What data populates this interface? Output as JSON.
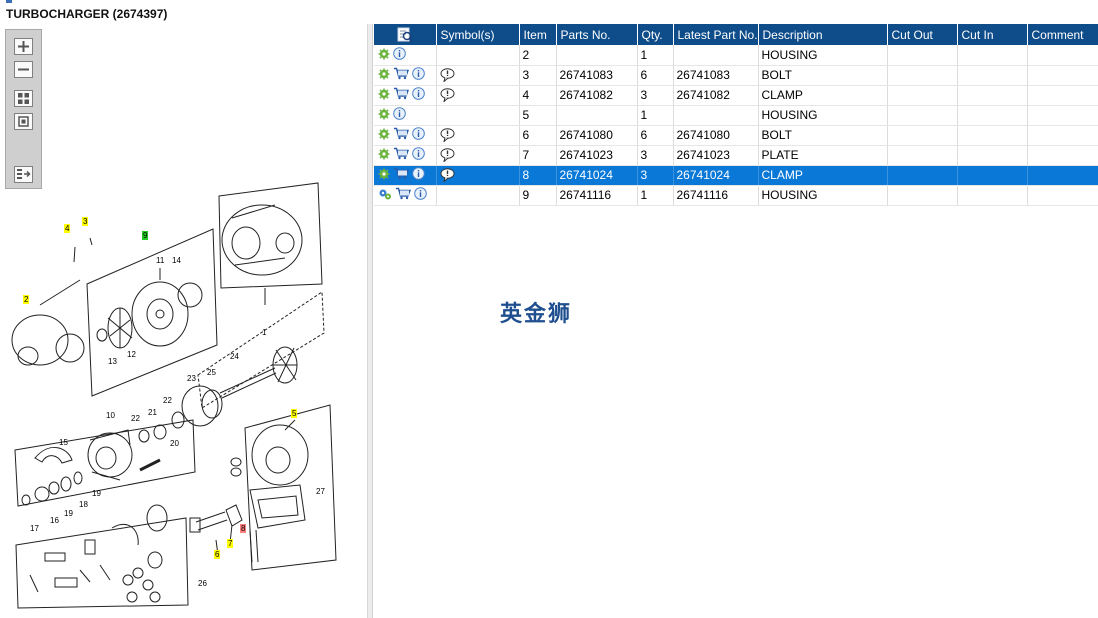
{
  "window": {
    "title": "TURBOCHARGER (2674397)"
  },
  "toolbar": {
    "buttons": [
      {
        "name": "zoom-in-icon"
      },
      {
        "name": "zoom-out-icon"
      },
      {
        "name": "fit-all-icon"
      },
      {
        "name": "fit-page-icon"
      },
      {
        "name": "export-icon"
      }
    ]
  },
  "table": {
    "headers": {
      "actions": "",
      "symbols": "Symbol(s)",
      "item": "Item",
      "parts_no": "Parts No.",
      "qty": "Qty.",
      "latest_part_no": "Latest Part No.",
      "description": "Description",
      "cut_out": "Cut Out",
      "cut_in": "Cut In",
      "comment": "Comment"
    },
    "rows": [
      {
        "item": "2",
        "parts_no": "",
        "qty": "1",
        "latest": "",
        "desc": "HOUSING",
        "cart": false,
        "note": false,
        "selected": false
      },
      {
        "item": "3",
        "parts_no": "26741083",
        "qty": "6",
        "latest": "26741083",
        "desc": "BOLT",
        "cart": true,
        "note": true,
        "selected": false
      },
      {
        "item": "4",
        "parts_no": "26741082",
        "qty": "3",
        "latest": "26741082",
        "desc": "CLAMP",
        "cart": true,
        "note": true,
        "selected": false
      },
      {
        "item": "5",
        "parts_no": "",
        "qty": "1",
        "latest": "",
        "desc": "HOUSING",
        "cart": false,
        "note": false,
        "selected": false
      },
      {
        "item": "6",
        "parts_no": "26741080",
        "qty": "6",
        "latest": "26741080",
        "desc": "BOLT",
        "cart": true,
        "note": true,
        "selected": false
      },
      {
        "item": "7",
        "parts_no": "26741023",
        "qty": "3",
        "latest": "26741023",
        "desc": "PLATE",
        "cart": true,
        "note": true,
        "selected": false
      },
      {
        "item": "8",
        "parts_no": "26741024",
        "qty": "3",
        "latest": "26741024",
        "desc": "CLAMP",
        "cart": true,
        "note": true,
        "selected": true
      },
      {
        "item": "9",
        "parts_no": "26741116",
        "qty": "1",
        "latest": "26741116",
        "desc": "HOUSING",
        "cart": true,
        "note": false,
        "selected": false
      }
    ]
  },
  "watermark": "英金狮",
  "diagram": {
    "callouts": [
      "1",
      "2",
      "3",
      "4",
      "5",
      "6",
      "7",
      "8",
      "9",
      "10",
      "11",
      "12",
      "13",
      "14",
      "15",
      "16",
      "17",
      "18",
      "19",
      "19",
      "20",
      "21",
      "22",
      "22",
      "23",
      "24",
      "25",
      "26",
      "27"
    ]
  },
  "colors": {
    "header_bg": "#0e4c8a",
    "selected_row": "#0a78d7",
    "callout_yellow": "#ffff00",
    "callout_green": "#22cc22",
    "callout_red": "#ff7f7f"
  }
}
